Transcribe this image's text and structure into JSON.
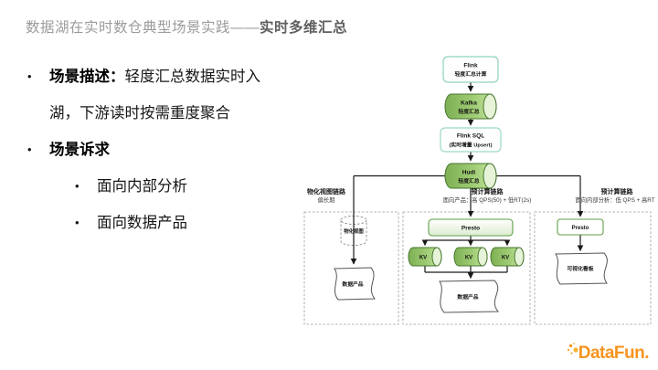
{
  "title": {
    "prefix": "数据湖在实时数仓典型场景实践——",
    "highlight": "实时多维汇总"
  },
  "bullets": {
    "scene_desc_label": "场景描述：",
    "scene_desc_lines": [
      "轻度汇总数据实时入",
      "湖，下游读时按需重度聚合"
    ],
    "scene_demand_label": "场景诉求",
    "sub_items": [
      "面向内部分析",
      "面向数据产品"
    ]
  },
  "diagram": {
    "nodes": {
      "flink": {
        "title": "Flink",
        "subtitle": "轻度汇总计算"
      },
      "kafka": {
        "title": "Kafka",
        "subtitle": "轻度汇总"
      },
      "flink_sql": {
        "title": "Flink SQL",
        "subtitle": "(实时增量 Upsert)"
      },
      "hudi": {
        "title": "Hudi",
        "subtitle": "轻度汇总"
      }
    },
    "branches": {
      "left": {
        "title": "物化视图链路",
        "subtitle": "偏长期",
        "store": "物化视图",
        "output": "数据产品"
      },
      "middle": {
        "title": "预计算链路",
        "subtitle": "面向产品：高 QPS(50) + 低RT(2s)",
        "engine": "Presto",
        "kv_labels": [
          "KV",
          "KV",
          "KV"
        ],
        "output": "数据产品"
      },
      "right": {
        "title": "预计算链路",
        "subtitle": "面向内部分析：低 QPS + 高RT",
        "engine": "Presto",
        "output": "可视化看板"
      }
    }
  },
  "footer": {
    "logo_text": "DataFun."
  },
  "colors": {
    "cylinder_green_dark": "#7daf54",
    "cylinder_green_light": "#c9e6a6",
    "cylinder_cap": "#e7f3d8",
    "cylinder_stroke": "#46762c",
    "teal_box_border": "#8fd3bb",
    "presto_border": "#5f9e44",
    "logo_orange": "#F7941E",
    "title_gray": "#9b9b9b",
    "title_highlight_gray": "#5f5f5f"
  }
}
